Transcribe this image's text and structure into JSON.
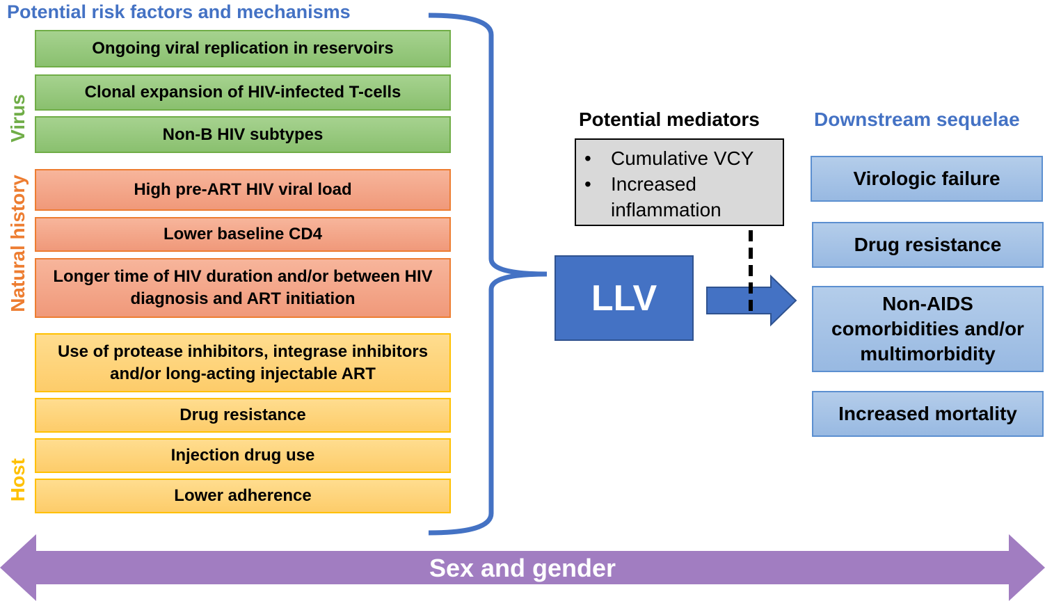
{
  "risk_factors": {
    "title": "Potential risk factors and mechanisms",
    "virus": {
      "label": "Virus",
      "items": [
        "Ongoing viral replication in reservoirs",
        "Clonal expansion of HIV-infected T-cells",
        "Non-B HIV subtypes"
      ]
    },
    "natural_history": {
      "label": "Natural history",
      "items": [
        "High pre-ART HIV viral load",
        "Lower baseline CD4",
        "Longer time of HIV duration and/or between HIV diagnosis and ART initiation"
      ]
    },
    "host": {
      "label": "Host",
      "items": [
        "Use of protease inhibitors, integrase inhibitors and/or long-acting injectable ART",
        "Drug resistance",
        "Injection drug use",
        "Lower adherence"
      ]
    }
  },
  "center": {
    "label": "LLV"
  },
  "mediators": {
    "title": "Potential mediators",
    "bullet": "•",
    "items": [
      "Cumulative VCY",
      "Increased inflammation"
    ]
  },
  "sequelae": {
    "title": "Downstream sequelae",
    "items": [
      "Virologic failure",
      "Drug resistance",
      "Non-AIDS comorbidities and/or multimorbidity",
      "Increased mortality"
    ]
  },
  "footer": {
    "label": "Sex and gender"
  },
  "colors": {
    "virus": "#70ad47",
    "natural_history": "#ed7d31",
    "host": "#ffc000",
    "llv": "#4472c4",
    "sequelae": "#9dc3e6",
    "sex_gender": "#a17dc1"
  }
}
